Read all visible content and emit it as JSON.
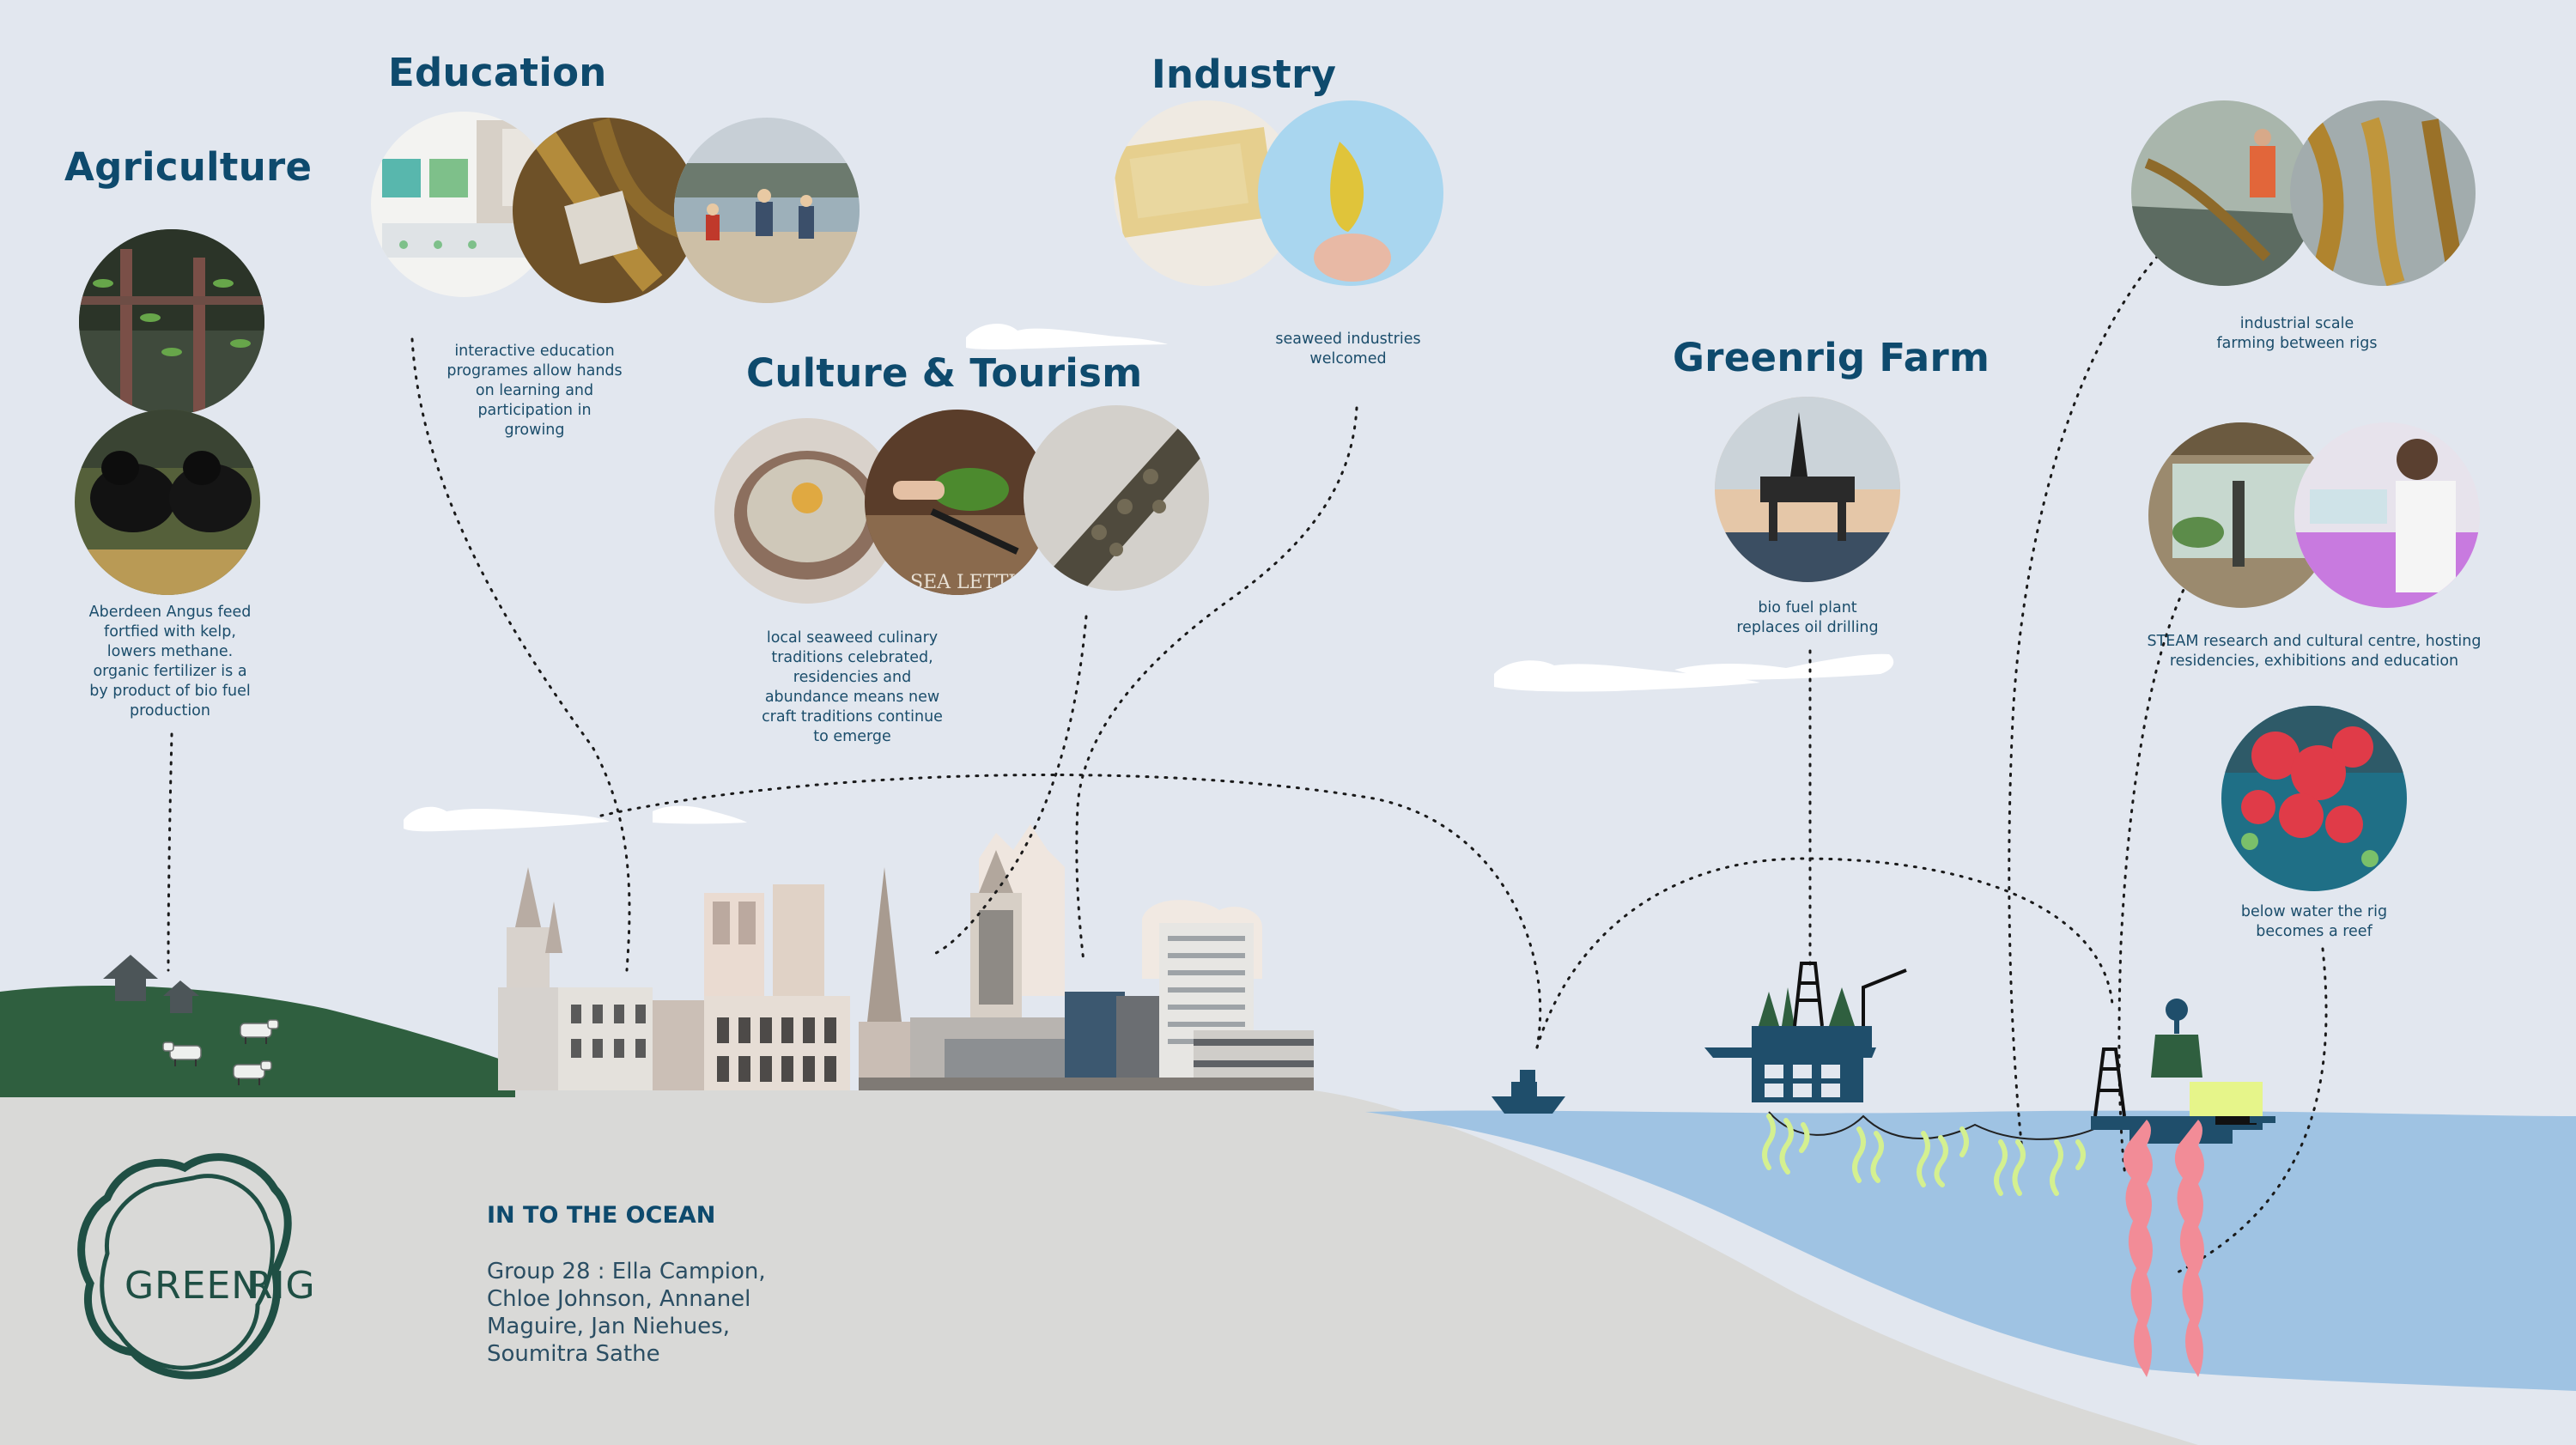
{
  "headings": {
    "agriculture": "Agriculture",
    "education": "Education",
    "industry": "Industry",
    "culture": "Culture & Tourism",
    "greenrig_farm": "Greenrig Farm"
  },
  "captions": {
    "agriculture": "Aberdeen Angus feed\nfortfied with kelp,\nlowers methane.\norganic fertilizer is a\nby product of bio fuel\nproduction",
    "education": "interactive education\nprogrames allow hands\non learning and\nparticipation in\ngrowing",
    "culture": "local seaweed culinary\ntraditions celebrated,\nresidencies and\nabundance means new\ncraft traditions continue\nto emerge",
    "industry": "seaweed industries\nwelcomed",
    "biofuel": "bio fuel plant\nreplaces oil drilling",
    "farming": "industrial scale\nfarming between rigs",
    "steam": "STEAM research and cultural centre, hosting\nresidencies, exhibitions and education",
    "reef": "below water the rig\nbecomes a reef"
  },
  "credits": {
    "title": "IN TO THE OCEAN",
    "body": "Group 28 :  Ella Campion,\nChloe Johnson, Annanel\nMaguire, Jan Niehues,\nSoumitra Sathe"
  },
  "logo": {
    "text_left": "GREEN",
    "text_right": "RIG"
  },
  "photos": [
    "seedlings-photo",
    "cattle-photo",
    "education-kit-photo",
    "kelp-specimen-photo",
    "family-beach-photo",
    "seaweed-soap-photo",
    "seaweed-bioplastic-photo",
    "seaweed-dish-photo",
    "chopping-sea-lettuce-photo",
    "dried-seaweed-photo",
    "oil-platform-photo",
    "kelp-harvest-photo",
    "kelp-fronds-photo",
    "greenhouse-photo",
    "lab-scientist-photo",
    "coral-reef-photo"
  ],
  "photo_text": {
    "sea_lettuce_label": "SEA LETTUCE"
  },
  "colors": {
    "sky": "#e2e7ef",
    "heading": "#0e4a6d",
    "land": "#d9d9d7",
    "hill": "#2f5f3f",
    "sea": "#9fc3e3",
    "rig": "#1f4e6b",
    "rig_legs": "#f28c97",
    "kelp": "#d4f090",
    "rig_module": "#e6f58a"
  }
}
